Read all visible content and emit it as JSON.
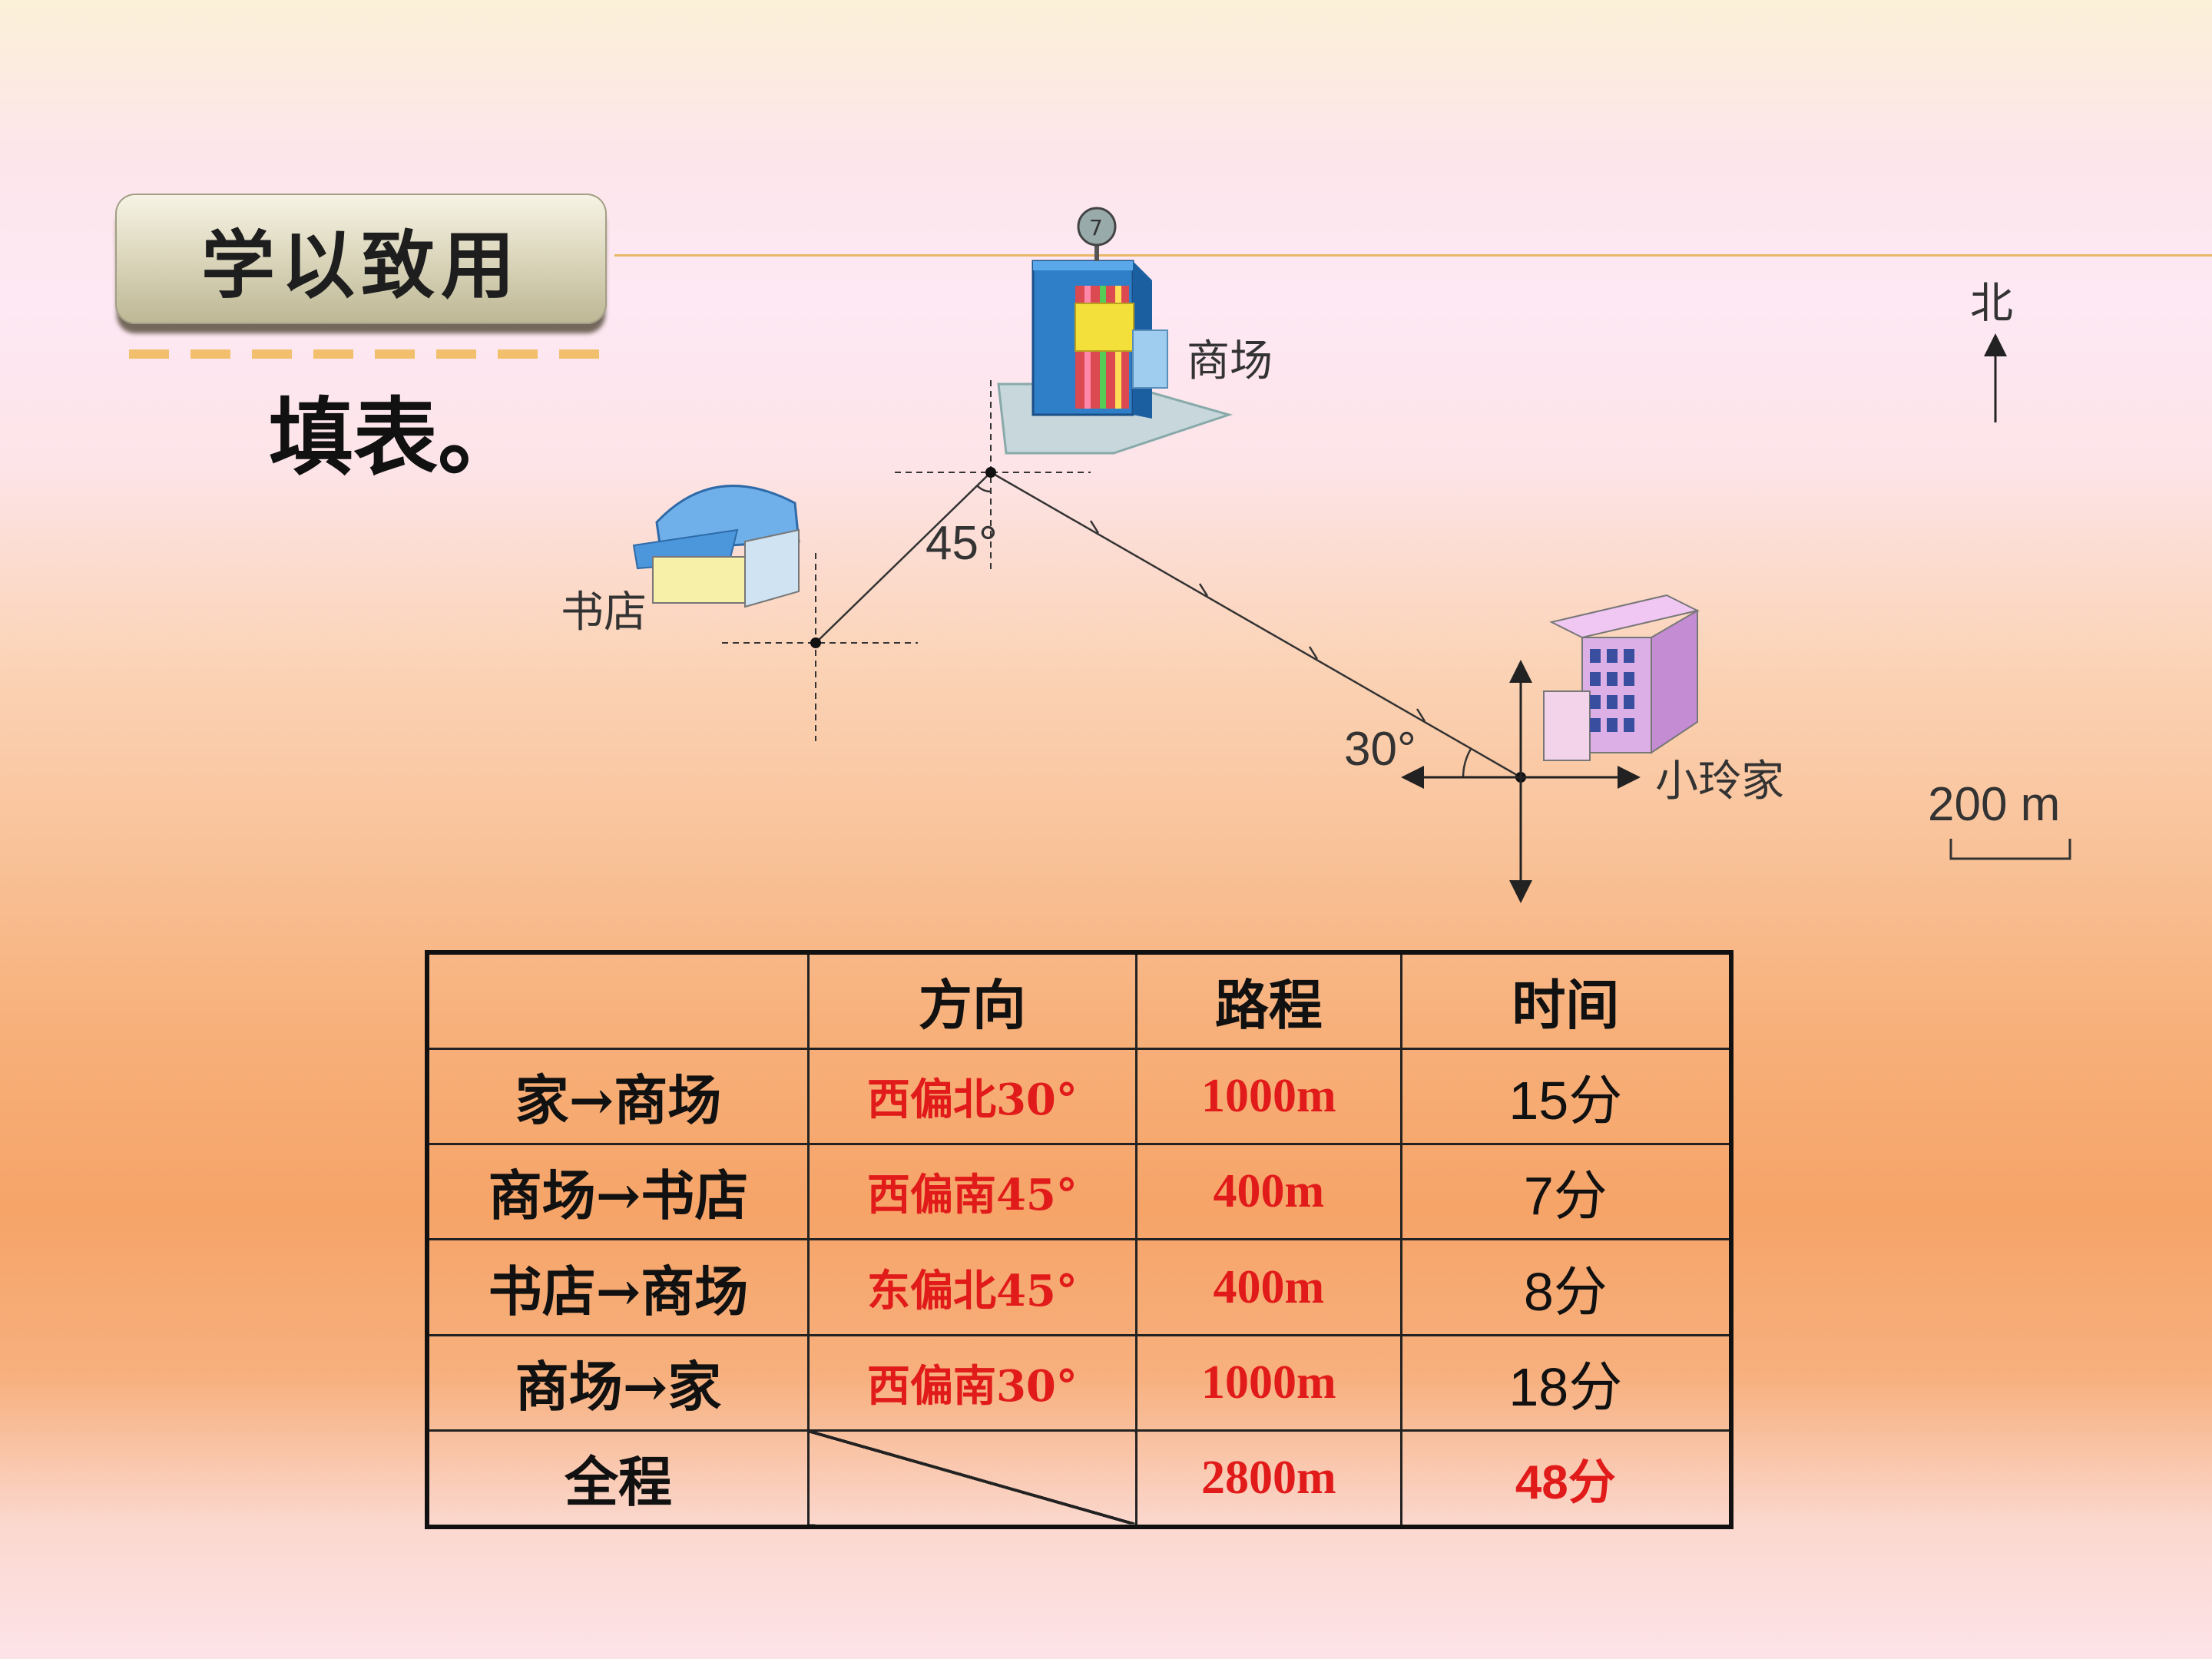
{
  "header": {
    "badge": "学以致用",
    "instruction": "填表。"
  },
  "map": {
    "labels": {
      "mall": "商场",
      "bookstore": "书店",
      "home": "小玲家",
      "north": "北"
    },
    "angles": {
      "mall_to_bookstore": "45°",
      "home_to_mall": "30°"
    },
    "scale": "200 m",
    "icons": [
      "mall-building-icon",
      "bookstore-icon",
      "home-building-icon",
      "north-arrow-icon",
      "compass-cross-icon"
    ],
    "colors": {
      "mall": "#3a8fd6",
      "bookstore": "#7ab7e8",
      "home": "#e0a6e6"
    }
  },
  "table": {
    "headers": [
      "",
      "方向",
      "路程",
      "时间"
    ],
    "rows": [
      {
        "route": "家→商场",
        "direction": "西偏北30°",
        "distance": "1000m",
        "time": "15分"
      },
      {
        "route": "商场→书店",
        "direction": "西偏南45°",
        "distance": "400m",
        "time": "7分"
      },
      {
        "route": "书店→商场",
        "direction": "东偏北45°",
        "distance": "400m",
        "time": "8分"
      },
      {
        "route": "商场→家",
        "direction": "西偏南30°",
        "distance": "1000m",
        "time": "18分"
      }
    ],
    "total": {
      "route": "全程",
      "distance": "2800m",
      "time": "48分"
    },
    "answer_color": "#e11a1a"
  }
}
